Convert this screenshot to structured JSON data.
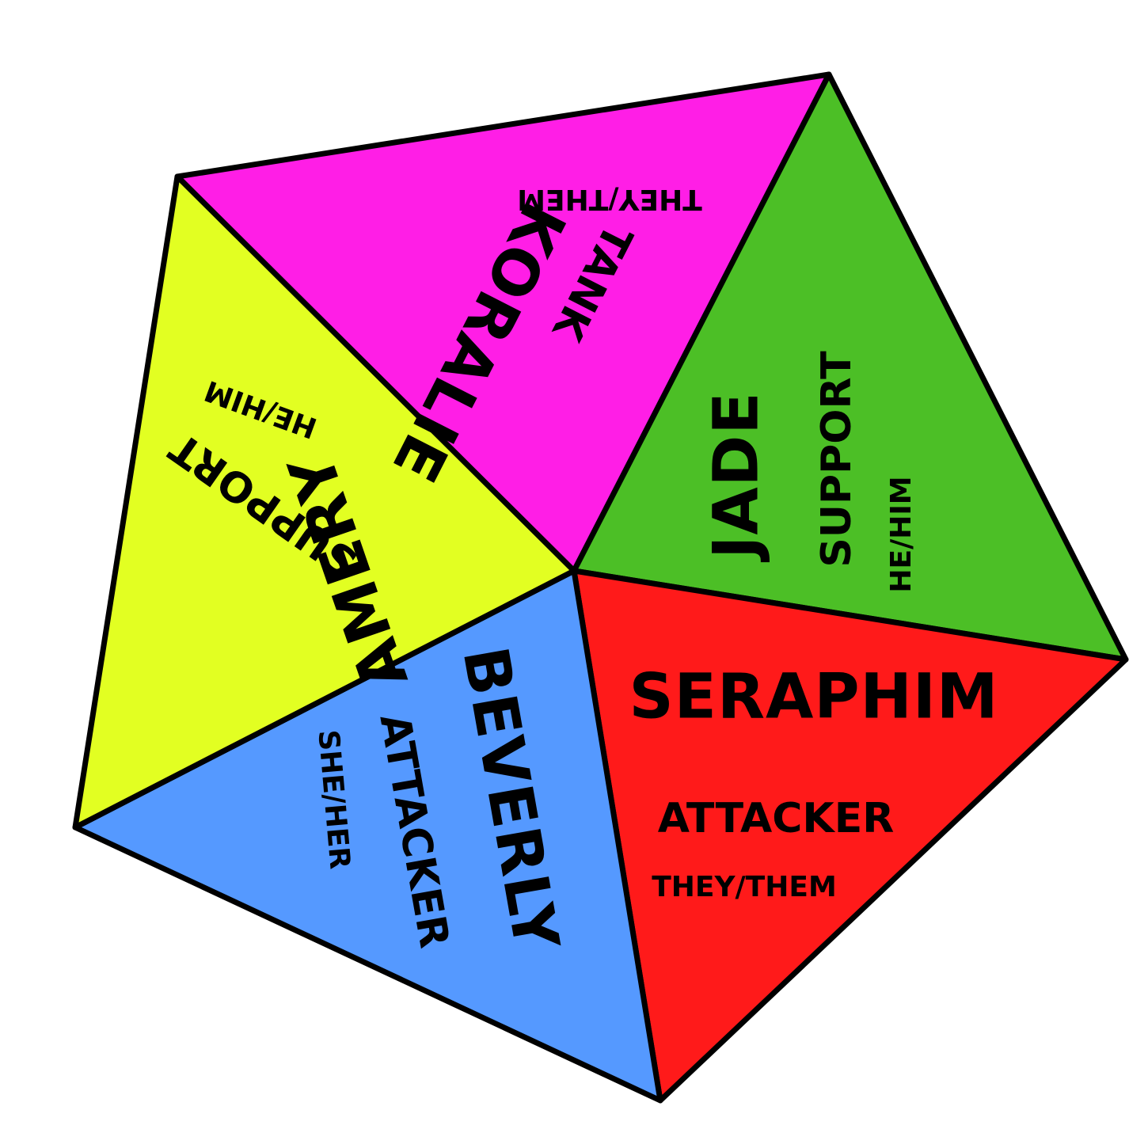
{
  "colors": {
    "outline": "#000000",
    "background": "#ffffff"
  },
  "segments": [
    {
      "id": "koralie",
      "name": "KORALIE",
      "role": "TANK",
      "pronouns": "THEY/THEM",
      "color": "#ff1ee6"
    },
    {
      "id": "jade",
      "name": "JADE",
      "role": "SUPPORT",
      "pronouns": "HE/HIM",
      "color": "#4cbf26"
    },
    {
      "id": "seraphim",
      "name": "SERAPHIM",
      "role": "ATTACKER",
      "pronouns": "THEY/THEM",
      "color": "#ff1a1a"
    },
    {
      "id": "beverly",
      "name": "BEVERLY",
      "role": "ATTACKER",
      "pronouns": "SHE/HER",
      "color": "#5599ff"
    },
    {
      "id": "amery",
      "name": "AMERY",
      "role": "SUPPORT",
      "pronouns": "HE/HIM",
      "color": "#e2ff22"
    }
  ]
}
